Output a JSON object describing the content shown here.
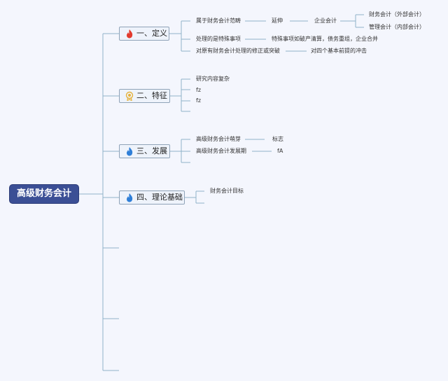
{
  "root": {
    "title": "高级财务会计"
  },
  "branches": [
    {
      "label": "一、定义",
      "icon": "fire-icon",
      "icon_color": "#e23b2e",
      "items": [
        "属于财务会计范畴",
        "延伸",
        "企业会计",
        "财务会计（外部会计）",
        "管理会计（内部会计）",
        "处理的是特殊事项",
        "特殊事项如破产清算，债务重组，企业合并",
        "对原有财务会计处理的修正或突破",
        "对四个基本前提的冲击"
      ]
    },
    {
      "label": "二、特征",
      "icon": "badge-icon",
      "icon_color": "#e6b23c",
      "items": [
        "研究内容复杂",
        "fz",
        "fz"
      ]
    },
    {
      "label": "三、发展",
      "icon": "fire-icon",
      "icon_color": "#2f7fd8",
      "items": [
        "高级财务会计萌芽",
        "标志",
        "高级财务会计发展期",
        "fA"
      ]
    },
    {
      "label": "四、理论基础",
      "icon": "fire-icon",
      "icon_color": "#2f7fd8",
      "items": [
        "财务会计目标"
      ]
    }
  ],
  "colors": {
    "line": "#8fb3c9",
    "root_bg": "#3b4f95"
  }
}
